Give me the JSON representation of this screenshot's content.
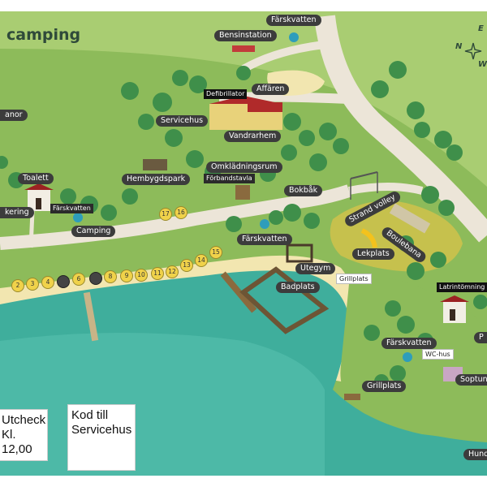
{
  "title": "camping",
  "compass": {
    "north": "N",
    "east": "E",
    "west": "W"
  },
  "labels": {
    "farskvatten_top": "Färskvatten",
    "bensinstation": "Bensinstation",
    "affaren": "Affären",
    "defibrillator": "Defibrillator",
    "servicehus": "Servicehus",
    "vandrarhem": "Vandrarhem",
    "anor": "anor",
    "omkladningsrum": "Omklädningsrum",
    "forbandstavla": "Förbandstavla",
    "hembygdspark": "Hembygdspark",
    "toalett": "Toalett",
    "kering": "kering",
    "farskvatten_left": "Färskvatten",
    "camping": "Camping",
    "bokbak": "Bokbåk",
    "strand_volley": "Strand volley",
    "boulebana": "Boulebana",
    "farskvatten_mid": "Färskvatten",
    "utegym": "Utegym",
    "lekplats": "Lekplats",
    "grillplats_top": "Grillplats",
    "badplats": "Badplats",
    "latrintomning": "Latrintömning",
    "p": "P",
    "farskvatten_low": "Färskvatten",
    "wc_hus": "WC-hus",
    "grillplats_low": "Grillplats",
    "soptunnor": "Soptun",
    "hund": "Hund"
  },
  "spots": {
    "top": [
      "17",
      "16"
    ],
    "row": [
      "2",
      "3",
      "4",
      "",
      "6",
      "",
      "8",
      "9",
      "10",
      "11",
      "12",
      "13",
      "14",
      "15"
    ]
  },
  "notes": {
    "utcheck": "Utcheck Kl. 12,00",
    "kod": "Kod till Servicehus"
  },
  "colors": {
    "grass": "#8dbb5a",
    "grass_light": "#a9cd72",
    "water": "#3fae9c",
    "road": "#ece5d8",
    "sand": "#f2e6b0",
    "label_bg": "#3c3c3c"
  }
}
